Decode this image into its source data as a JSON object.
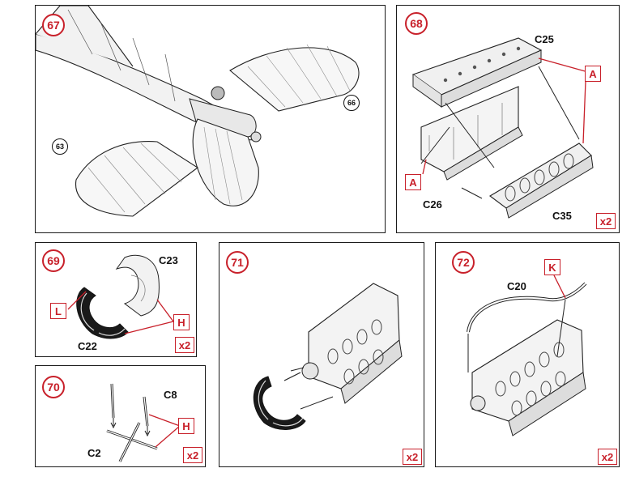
{
  "steps": {
    "s67": {
      "number": "67",
      "refs": [
        "66",
        "63"
      ]
    },
    "s68": {
      "number": "68",
      "parts": [
        "C25",
        "C26",
        "C35"
      ],
      "tags": [
        "A",
        "A"
      ],
      "qty": "x2"
    },
    "s69": {
      "number": "69",
      "parts": [
        "C23",
        "C22"
      ],
      "tags": [
        "L",
        "H"
      ],
      "qty": "x2"
    },
    "s70": {
      "number": "70",
      "parts": [
        "C8",
        "C2"
      ],
      "tags": [
        "H"
      ],
      "qty": "x2"
    },
    "s71": {
      "number": "71",
      "qty": "x2"
    },
    "s72": {
      "number": "72",
      "parts": [
        "C20"
      ],
      "tags": [
        "K"
      ],
      "qty": "x2"
    }
  },
  "colors": {
    "accent": "#c8202a",
    "ink": "#1a1a1a"
  }
}
